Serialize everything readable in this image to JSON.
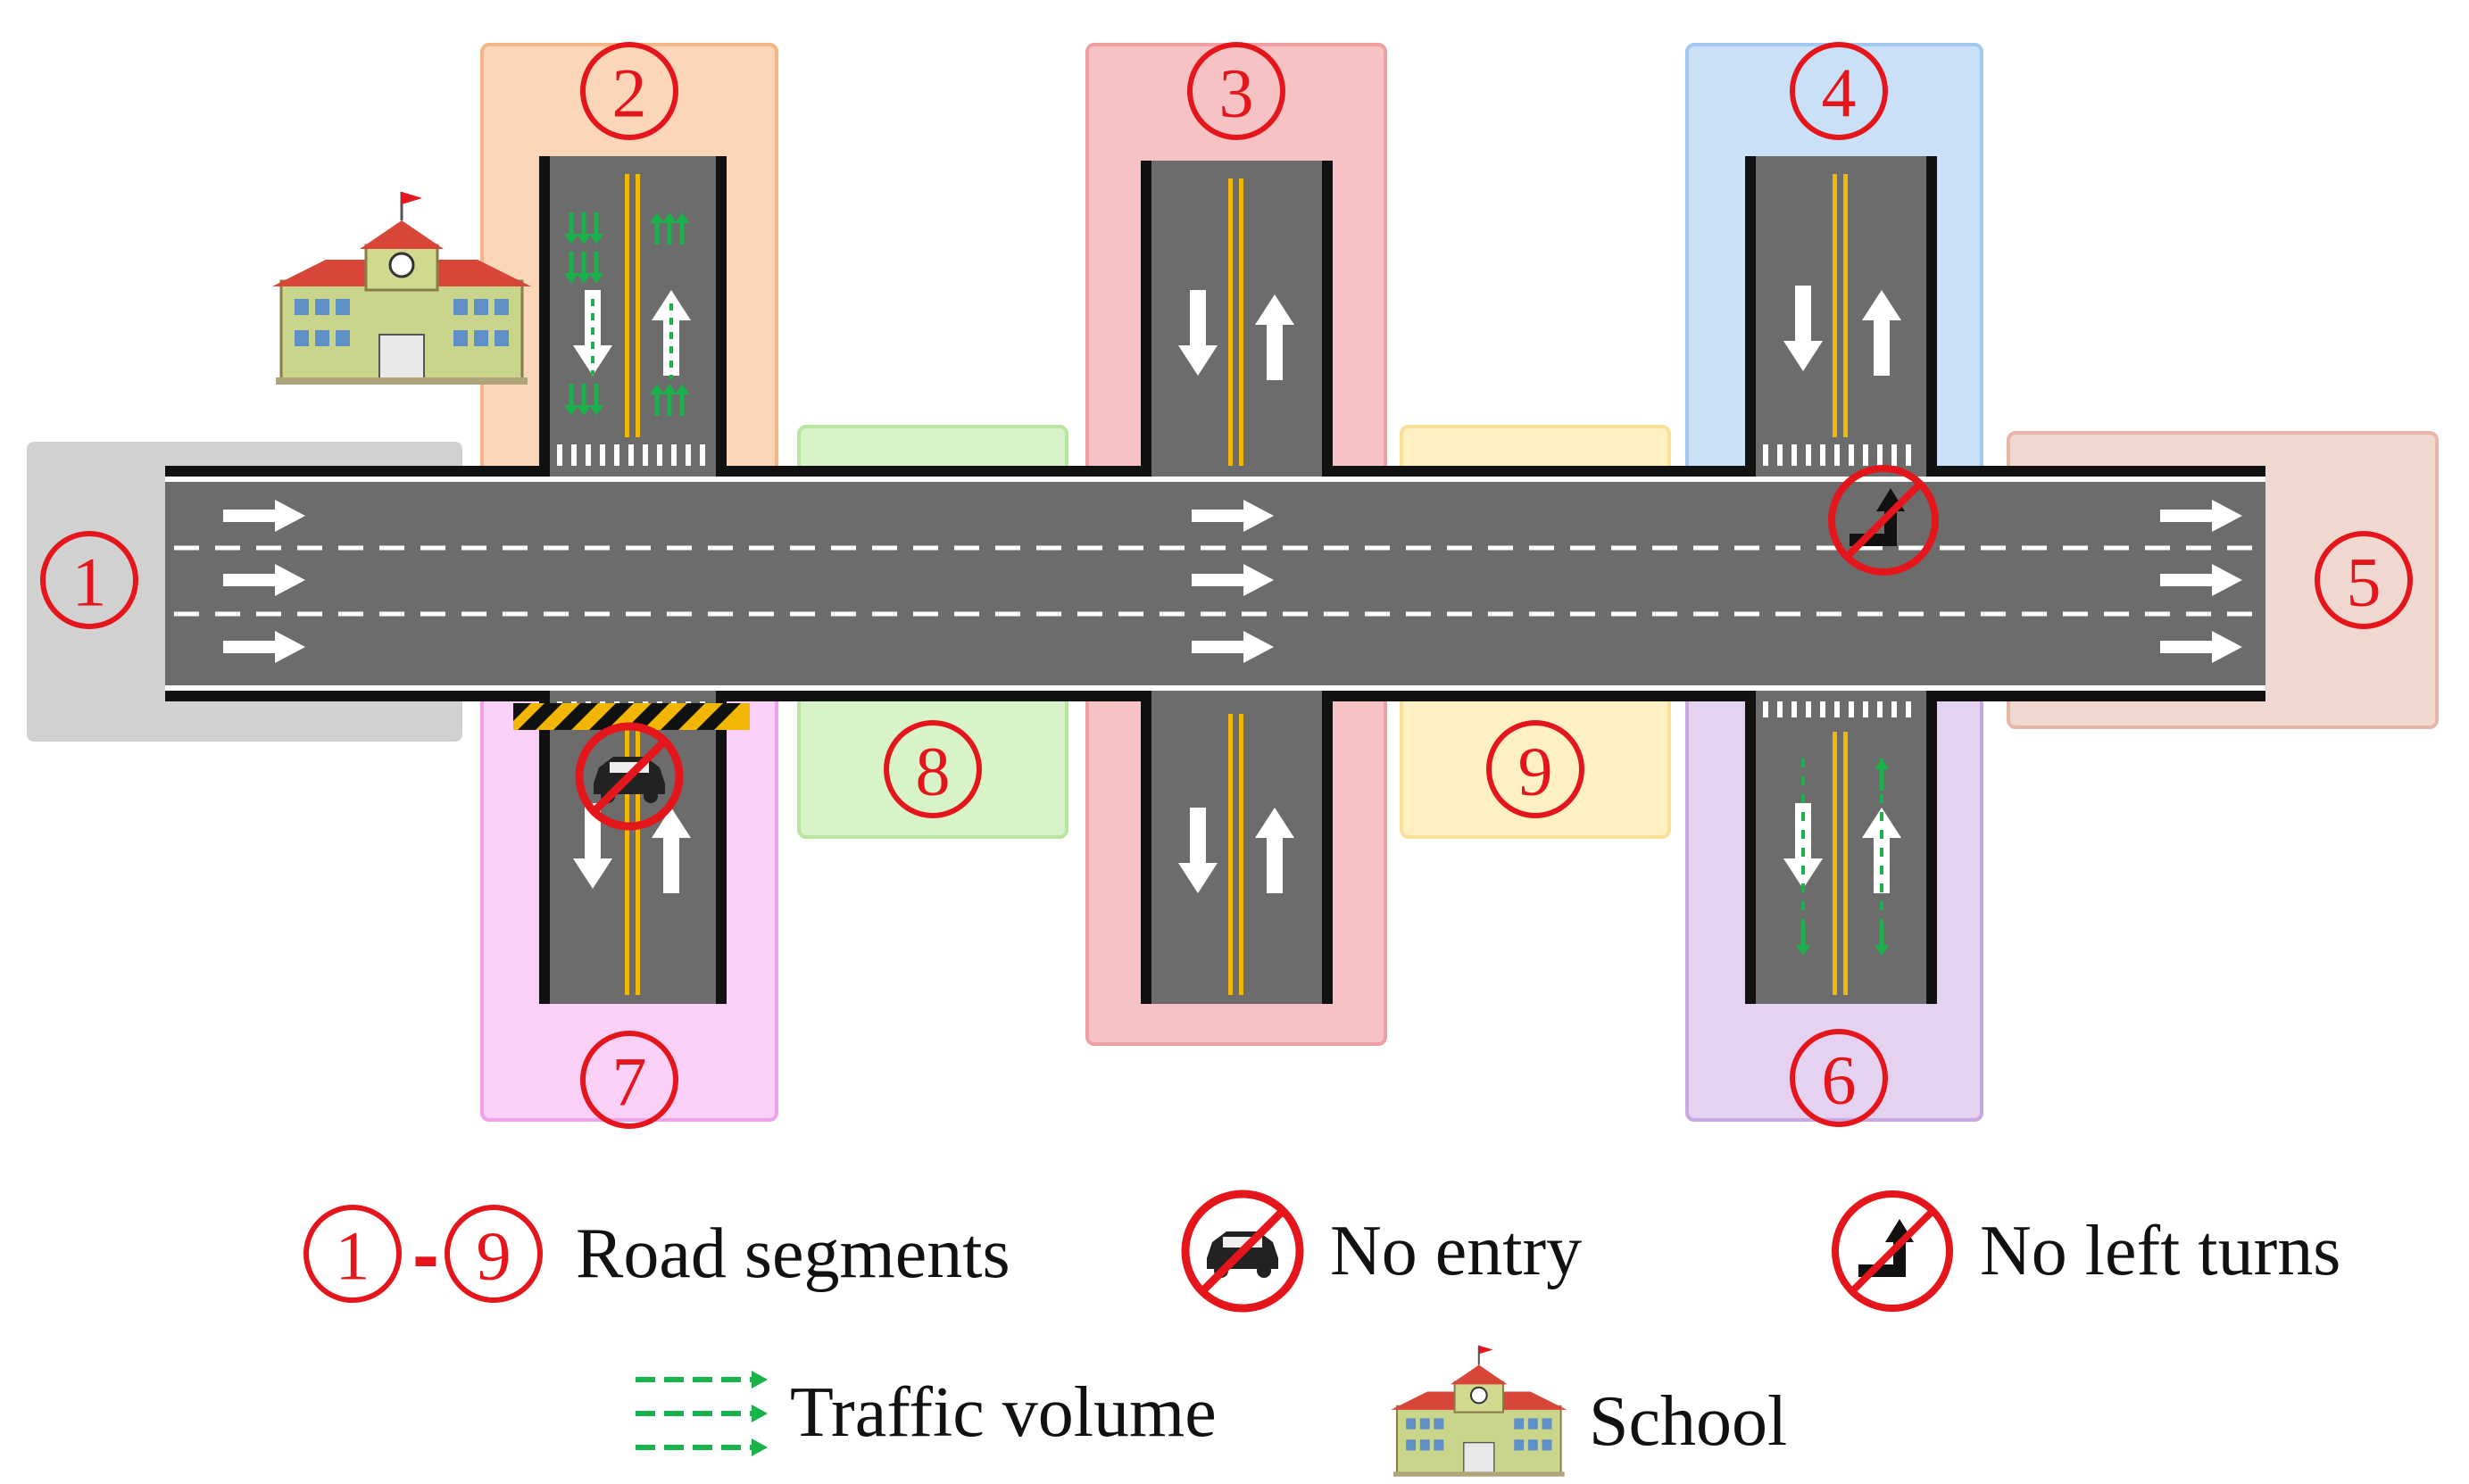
{
  "segments": [
    {
      "id": "1",
      "label": "1",
      "color": "#c8c8c8"
    },
    {
      "id": "2",
      "label": "2",
      "color": "#fbd6b8"
    },
    {
      "id": "3",
      "label": "3",
      "color": "#f6c2c4"
    },
    {
      "id": "4",
      "label": "4",
      "color": "#c9e0f7"
    },
    {
      "id": "5",
      "label": "5",
      "color": "#f0d7cf"
    },
    {
      "id": "6",
      "label": "6",
      "color": "#e5d2f1"
    },
    {
      "id": "7",
      "label": "7",
      "color": "#fbd0f6"
    },
    {
      "id": "8",
      "label": "8",
      "color": "#d9f3c9"
    },
    {
      "id": "9",
      "label": "9",
      "color": "#fdf0c2"
    }
  ],
  "legend": {
    "range_start": "1",
    "range_dash": "-",
    "range_end": "9",
    "road_segments": "Road segments",
    "no_entry": "No entry",
    "no_left_turns": "No left turns",
    "traffic_volume": "Traffic volume",
    "school": "School"
  },
  "colors": {
    "road": "#6c6c6c",
    "edge": "#111111",
    "center_line": "#f2b705",
    "marker_red": "#e4161c",
    "traffic_green": "#19b24b"
  },
  "icons": {
    "school": "school-building-icon",
    "no_entry": "no-entry-car-icon",
    "no_left_turn": "no-left-turn-icon",
    "traffic": "traffic-volume-arrows-icon"
  }
}
